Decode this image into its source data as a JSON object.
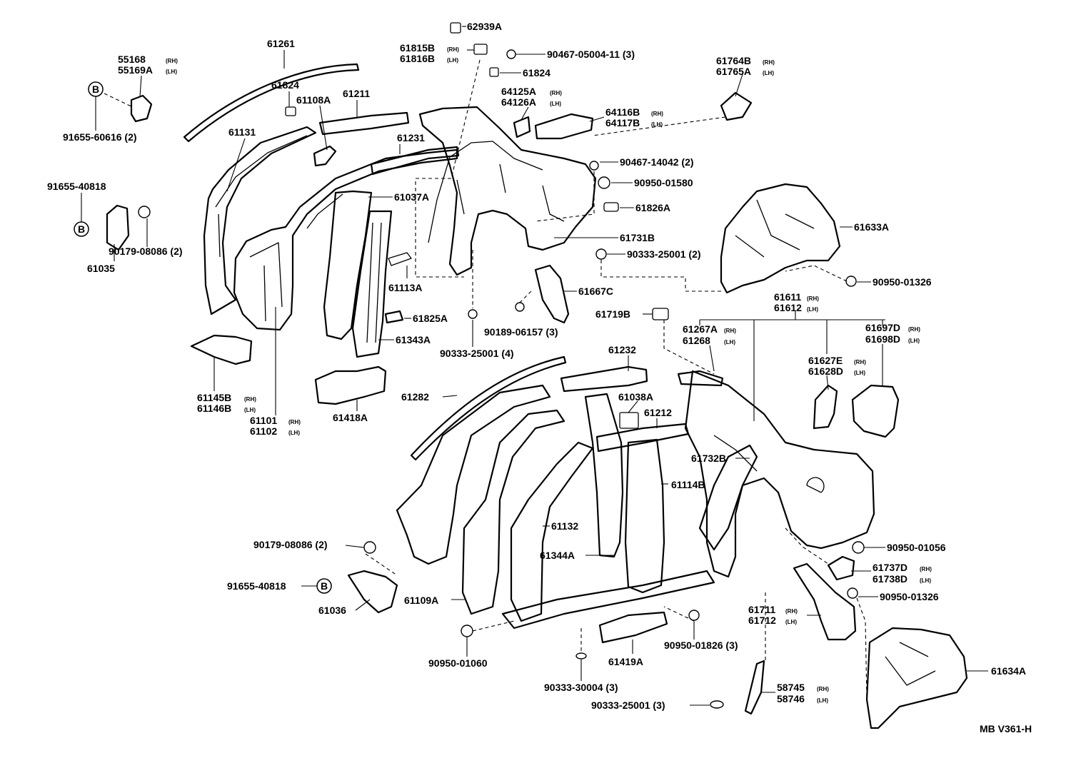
{
  "diagram_code": "MB V361-H",
  "callouts": [
    {
      "id": "c1",
      "lines": [
        "62939A"
      ]
    },
    {
      "id": "c2",
      "lines": [
        "61815B",
        "61816B"
      ],
      "side": [
        "(RH)",
        "(LH)"
      ]
    },
    {
      "id": "c3",
      "lines": [
        "90467-05004-11 (3)"
      ]
    },
    {
      "id": "c4",
      "lines": [
        "61824"
      ]
    },
    {
      "id": "c5",
      "lines": [
        "61764B",
        "61765A"
      ],
      "side": [
        "(RH)",
        "(LH)"
      ]
    },
    {
      "id": "c6",
      "lines": [
        "55168",
        "55169A"
      ],
      "side": [
        "(RH)",
        "(LH)"
      ]
    },
    {
      "id": "c7",
      "lines": [
        "91655-60616 (2)"
      ]
    },
    {
      "id": "c8",
      "lines": [
        "61261"
      ]
    },
    {
      "id": "c9",
      "lines": [
        "61824"
      ]
    },
    {
      "id": "c10",
      "lines": [
        "61108A"
      ]
    },
    {
      "id": "c11",
      "lines": [
        "61211"
      ]
    },
    {
      "id": "c12",
      "lines": [
        "64125A",
        "64126A"
      ],
      "side": [
        "(RH)",
        "(LH)"
      ]
    },
    {
      "id": "c13",
      "lines": [
        "64116B",
        "64117B"
      ],
      "side": [
        "(RH)",
        "(LH)"
      ]
    },
    {
      "id": "c14",
      "lines": [
        "61131"
      ]
    },
    {
      "id": "c15",
      "lines": [
        "61231"
      ]
    },
    {
      "id": "c16",
      "lines": [
        "90467-14042 (2)"
      ]
    },
    {
      "id": "c17",
      "lines": [
        "90950-01580"
      ]
    },
    {
      "id": "c18",
      "lines": [
        "91655-40818"
      ]
    },
    {
      "id": "c19",
      "lines": [
        "61037A"
      ]
    },
    {
      "id": "c20",
      "lines": [
        "61826A"
      ]
    },
    {
      "id": "c21",
      "lines": [
        "61633A"
      ]
    },
    {
      "id": "c22",
      "lines": [
        "90179-08086 (2)"
      ]
    },
    {
      "id": "c23",
      "lines": [
        "61035"
      ]
    },
    {
      "id": "c24",
      "lines": [
        "61731B"
      ]
    },
    {
      "id": "c25",
      "lines": [
        "90333-25001 (2)"
      ]
    },
    {
      "id": "c26",
      "lines": [
        "61113A"
      ]
    },
    {
      "id": "c27",
      "lines": [
        "90950-01326"
      ]
    },
    {
      "id": "c28",
      "lines": [
        "61667C"
      ]
    },
    {
      "id": "c29",
      "lines": [
        "61611",
        "61612"
      ],
      "side": [
        "(RH)",
        "(LH)"
      ]
    },
    {
      "id": "c30",
      "lines": [
        "61825A"
      ]
    },
    {
      "id": "c31",
      "lines": [
        "61719B"
      ]
    },
    {
      "id": "c32",
      "lines": [
        "90189-06157 (3)"
      ]
    },
    {
      "id": "c33",
      "lines": [
        "61267A",
        "61268"
      ],
      "side": [
        "(RH)",
        "(LH)"
      ]
    },
    {
      "id": "c34",
      "lines": [
        "61697D",
        "61698D"
      ],
      "side": [
        "(RH)",
        "(LH)"
      ]
    },
    {
      "id": "c35",
      "lines": [
        "61343A"
      ]
    },
    {
      "id": "c36",
      "lines": [
        "90333-25001 (4)"
      ]
    },
    {
      "id": "c37",
      "lines": [
        "61232"
      ]
    },
    {
      "id": "c38",
      "lines": [
        "61627E",
        "61628D"
      ],
      "side": [
        "(RH)",
        "(LH)"
      ]
    },
    {
      "id": "c39",
      "lines": [
        "61145B",
        "61146B"
      ],
      "side": [
        "(RH)",
        "(LH)"
      ]
    },
    {
      "id": "c40",
      "lines": [
        "61282"
      ]
    },
    {
      "id": "c41",
      "lines": [
        "61038A"
      ]
    },
    {
      "id": "c42",
      "lines": [
        "61418A"
      ]
    },
    {
      "id": "c43",
      "lines": [
        "61212"
      ]
    },
    {
      "id": "c44",
      "lines": [
        "61101",
        "61102"
      ],
      "side": [
        "(RH)",
        "(LH)"
      ]
    },
    {
      "id": "c45",
      "lines": [
        "61732B"
      ]
    },
    {
      "id": "c46",
      "lines": [
        "61114B"
      ]
    },
    {
      "id": "c47",
      "lines": [
        "61132"
      ]
    },
    {
      "id": "c48",
      "lines": [
        "90179-08086 (2)"
      ]
    },
    {
      "id": "c49",
      "lines": [
        "61344A"
      ]
    },
    {
      "id": "c50",
      "lines": [
        "90950-01056"
      ]
    },
    {
      "id": "c51",
      "lines": [
        "61737D",
        "61738D"
      ],
      "side": [
        "(RH)",
        "(LH)"
      ]
    },
    {
      "id": "c52",
      "lines": [
        "91655-40818"
      ]
    },
    {
      "id": "c53",
      "lines": [
        "90950-01326"
      ]
    },
    {
      "id": "c54",
      "lines": [
        "61036"
      ]
    },
    {
      "id": "c55",
      "lines": [
        "61109A"
      ]
    },
    {
      "id": "c56",
      "lines": [
        "61711",
        "61712"
      ],
      "side": [
        "(RH)",
        "(LH)"
      ]
    },
    {
      "id": "c57",
      "lines": [
        "90950-01826 (3)"
      ]
    },
    {
      "id": "c58",
      "lines": [
        "61419A"
      ]
    },
    {
      "id": "c59",
      "lines": [
        "90950-01060"
      ]
    },
    {
      "id": "c60",
      "lines": [
        "61634A"
      ]
    },
    {
      "id": "c61",
      "lines": [
        "90333-30004 (3)"
      ]
    },
    {
      "id": "c62",
      "lines": [
        "58745",
        "58746"
      ],
      "side": [
        "(RH)",
        "(LH)"
      ]
    },
    {
      "id": "c63",
      "lines": [
        "90333-25001 (3)"
      ]
    }
  ],
  "markers": [
    {
      "id": "m1",
      "letter": "B"
    },
    {
      "id": "m2",
      "letter": "B"
    },
    {
      "id": "m3",
      "letter": "B"
    }
  ]
}
